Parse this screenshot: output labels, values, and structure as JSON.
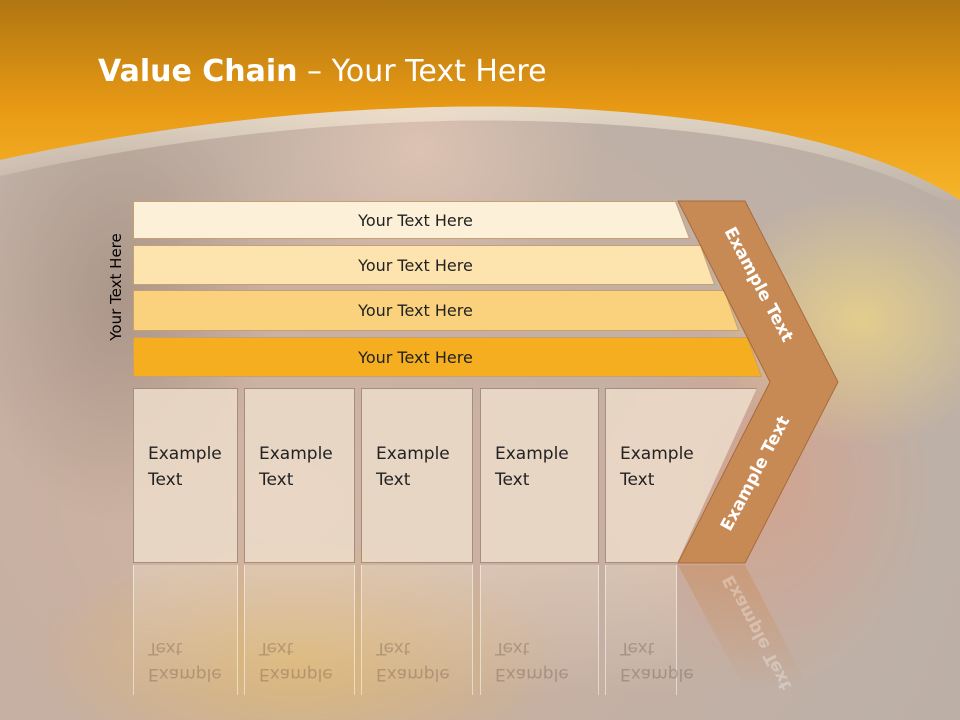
{
  "slide": {
    "title_bold": "Value Chain",
    "title_rest": " – Your Text Here",
    "side_label": "Your Text Here"
  },
  "bars": [
    {
      "label": "Your Text Here",
      "color": "#fdf0d8"
    },
    {
      "label": "Your Text Here",
      "color": "#fde3ae"
    },
    {
      "label": "Your Text Here",
      "color": "#fad27e"
    },
    {
      "label": "Your Text Here",
      "color": "#f4ae20"
    }
  ],
  "columns": [
    {
      "line1": "Example",
      "line2": "Text"
    },
    {
      "line1": "Example",
      "line2": "Text"
    },
    {
      "line1": "Example",
      "line2": "Text"
    },
    {
      "line1": "Example",
      "line2": "Text"
    },
    {
      "line1": "Example",
      "line2": "Text"
    }
  ],
  "chevron": {
    "top_text": "Example Text",
    "bottom_text": "Example Text",
    "color": "#c88a55"
  },
  "colors": {
    "header_orange": "#f0a316",
    "header_dark": "#b47810",
    "bar_border": "#c8a070"
  }
}
